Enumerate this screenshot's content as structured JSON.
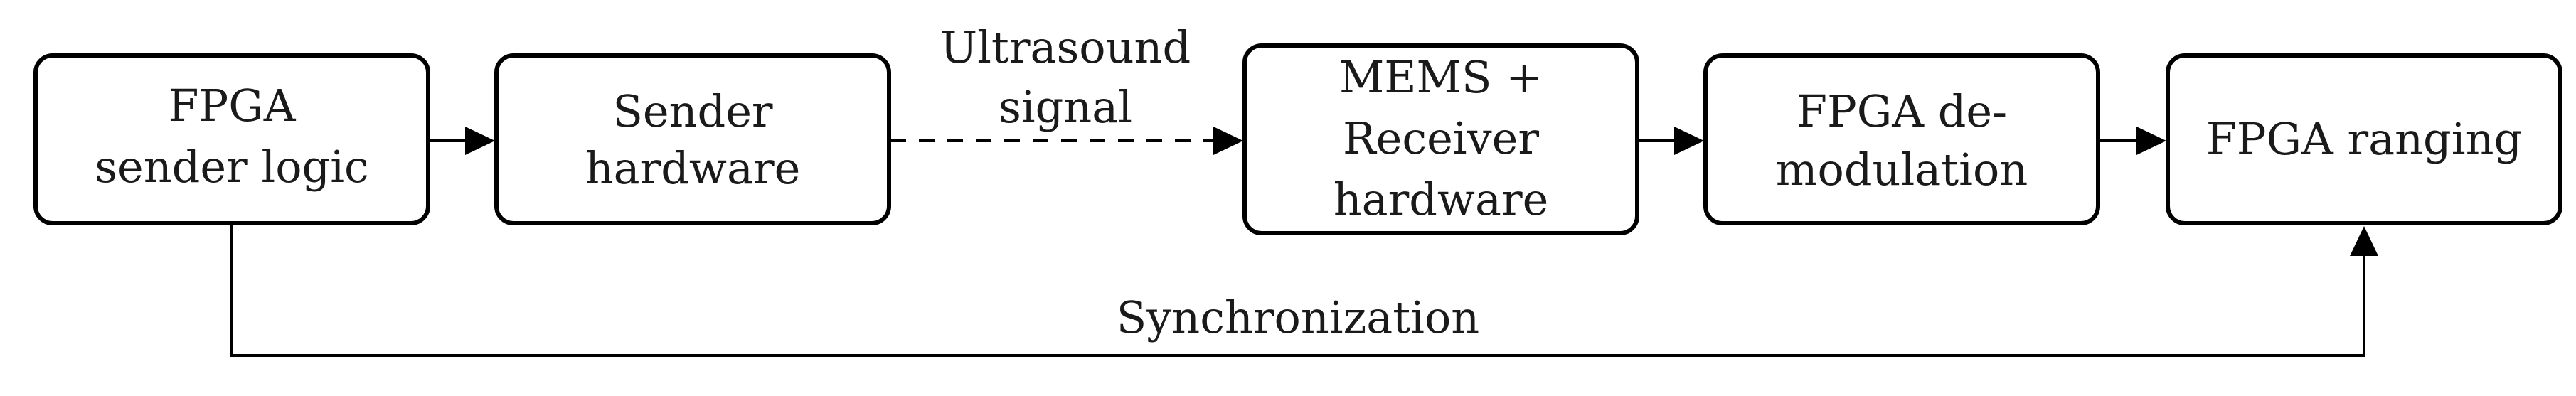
{
  "nodes": [
    {
      "id": "fpga-sender-logic",
      "lines": [
        "FPGA",
        "sender logic"
      ]
    },
    {
      "id": "sender-hardware",
      "lines": [
        "Sender",
        "hardware"
      ]
    },
    {
      "id": "mems-receiver-hardware",
      "lines": [
        "MEMS +",
        "Receiver",
        "hardware"
      ]
    },
    {
      "id": "fpga-demodulation",
      "lines": [
        "FPGA de-",
        "modulation"
      ]
    },
    {
      "id": "fpga-ranging",
      "lines": [
        "FPGA ranging"
      ]
    }
  ],
  "edges": [
    {
      "id": "sender-logic-to-sender-hardware",
      "from": "fpga-sender-logic",
      "to": "sender-hardware",
      "style": "solid",
      "label": ""
    },
    {
      "id": "ultrasound-signal",
      "from": "sender-hardware",
      "to": "mems-receiver-hardware",
      "style": "dashed",
      "label_lines": [
        "Ultrasound",
        "signal"
      ]
    },
    {
      "id": "receiver-to-demodulation",
      "from": "mems-receiver-hardware",
      "to": "fpga-demodulation",
      "style": "solid",
      "label": ""
    },
    {
      "id": "demodulation-to-ranging",
      "from": "fpga-demodulation",
      "to": "fpga-ranging",
      "style": "solid",
      "label": ""
    },
    {
      "id": "synchronization",
      "from": "fpga-sender-logic",
      "to": "fpga-ranging",
      "style": "solid",
      "label": "Synchronization"
    }
  ]
}
